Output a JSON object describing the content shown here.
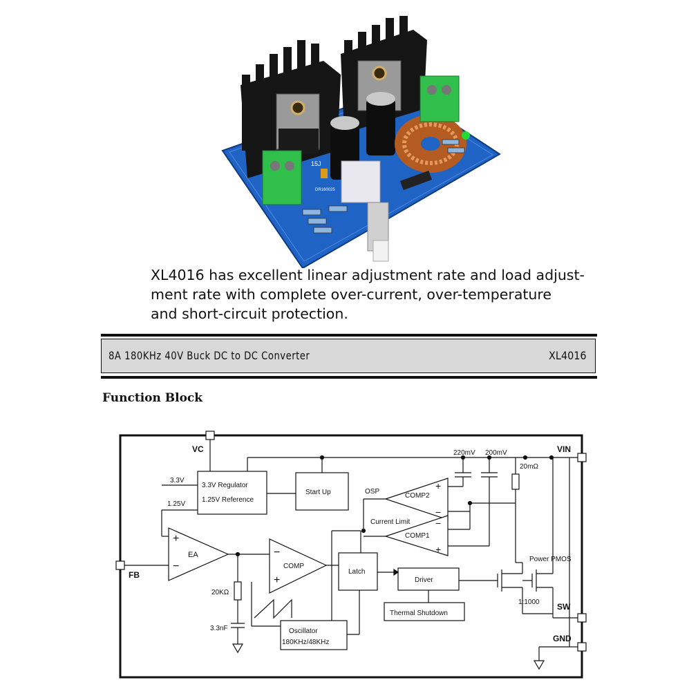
{
  "description": {
    "line1": "XL4016 has excellent linear adjustment rate and load adjust-",
    "line2": "ment rate with complete over-current, over-temperature",
    "line3": "and short-circuit protection."
  },
  "banner": {
    "title": "8A 180KHz 40V Buck DC to DC Converter",
    "part": "XL4016"
  },
  "section": {
    "title": "Function Block"
  },
  "board": {
    "cap_label": "15J",
    "board_code": "DR160025"
  },
  "diagram": {
    "pins": {
      "vc": "VC",
      "fb": "FB",
      "vin": "VIN",
      "sw": "SW",
      "gnd": "GND"
    },
    "regulator": {
      "line1": "3.3V Regulator",
      "line2": "1.25V Reference"
    },
    "regulator_out1": "3.3V",
    "regulator_out2": "1.25V",
    "startup": "Start Up",
    "ea": "EA",
    "comp": "COMP",
    "latch": "Latch",
    "driver": "Driver",
    "thermal": "Thermal Shutdown",
    "oscillator": {
      "line1": "Oscillator",
      "line2": "180KHz/48KHz"
    },
    "comp2": "COMP2",
    "comp1": "COMP1",
    "osp": "OSP",
    "current_limit": "Current Limit",
    "v220": "220mV",
    "v200": "200mV",
    "rsense": "20mΩ",
    "power_pmos": "Power PMOS",
    "ratio": "1:1000",
    "r20k": "20KΩ",
    "c33n": "3.3nF",
    "plus": "+",
    "minus": "−"
  }
}
